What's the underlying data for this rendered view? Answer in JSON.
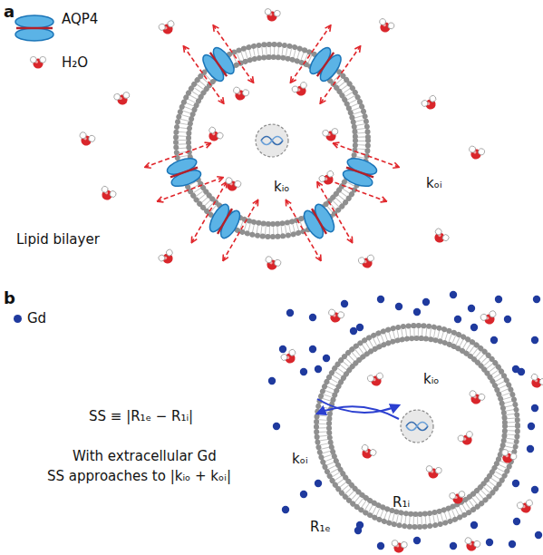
{
  "diagram": {
    "nodes": [
      {
        "text": [
          "kᵢₒ"
        ]
      },
      {
        "text": [
          "kᵢₒ",
          "R₁ᵢ"
        ]
      }
    ],
    "labels": [
      "a",
      "b",
      "Lipid bilayer",
      "kₒᵢ",
      "SS ≡ |R₁ₑ − R₁ᵢ|",
      "With extracellular Gd",
      "SS approaches to |kᵢₒ + kₒᵢ|",
      "kₒᵢ",
      "R₁ₑ"
    ],
    "legend": [
      {
        "text": "AQP4"
      },
      {
        "text": "H₂O"
      },
      {
        "text": "Gd",
        "color": "#1f3a9e"
      }
    ]
  }
}
